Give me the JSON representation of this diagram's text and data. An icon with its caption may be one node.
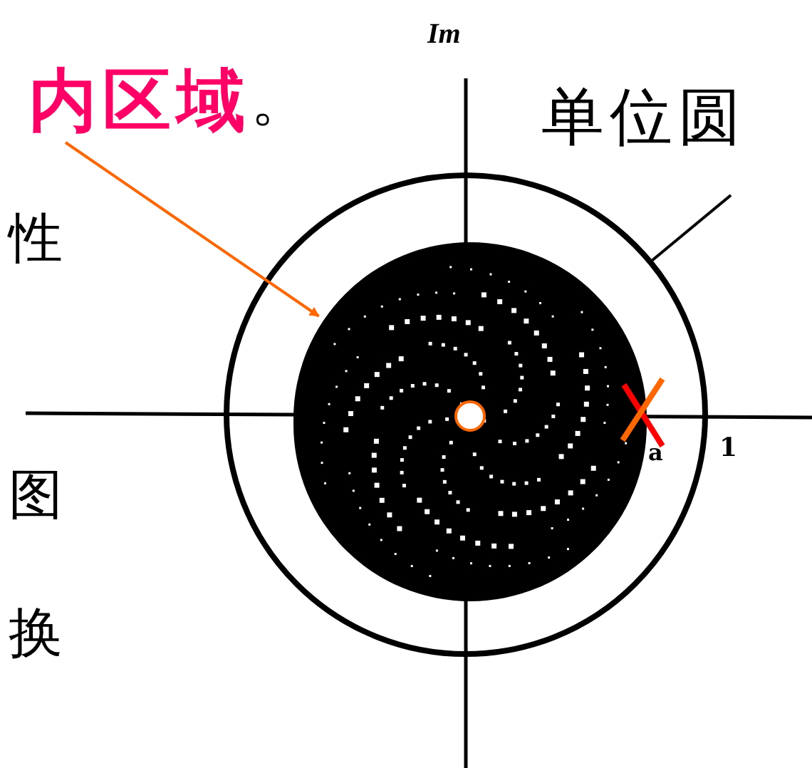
{
  "diagram": {
    "nodes": [
      {
        "text": [
          "内区域",
          "。"
        ]
      },
      {
        "text": [
          "单位圆"
        ]
      },
      {
        "text": [],
        "shape": "circle"
      },
      {
        "text": [],
        "shape": "circle",
        "in": 2
      }
    ],
    "edges": [
      {
        "from": 0,
        "to": 3,
        "arrow": "to",
        "color": "#ff6600"
      },
      {
        "from": 1,
        "to": 2,
        "arrow": "none",
        "color": "#000000"
      }
    ],
    "labels": [
      "Im",
      "a",
      "1",
      "性",
      "图",
      "换"
    ]
  }
}
